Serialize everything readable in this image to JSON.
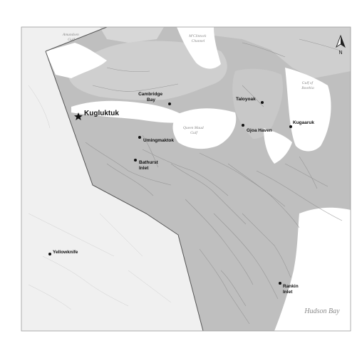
{
  "map": {
    "places": [
      {
        "id": "kugluktuk",
        "label": "Kugluktuk",
        "marker": "star",
        "capital": true
      },
      {
        "id": "cambridge-bay",
        "label": "Cambridge Bay",
        "marker": "dot"
      },
      {
        "id": "umingmaktok",
        "label": "Umingmaktok",
        "marker": "dot"
      },
      {
        "id": "bathurst-inlet",
        "label": "Bathurst Inlet",
        "marker": "dot"
      },
      {
        "id": "taloyoak",
        "label": "Taloyoak",
        "marker": "dot"
      },
      {
        "id": "gjoa-haven",
        "label": "Gjoa Haven",
        "marker": "dot"
      },
      {
        "id": "kugaaruk",
        "label": "Kugaaruk",
        "marker": "dot"
      },
      {
        "id": "yellowknife",
        "label": "Yellowknife",
        "marker": "dot"
      },
      {
        "id": "rankin-inlet",
        "label": "Rankin Inlet",
        "marker": "dot"
      }
    ],
    "water_labels": [
      {
        "id": "amundsen-gulf",
        "label": "Amundsen Gulf"
      },
      {
        "id": "mclintock-channel",
        "label": "M'Clintock Channel"
      },
      {
        "id": "gulf-of-boothia",
        "label": "Gulf of Boothia"
      },
      {
        "id": "queen-maud-gulf",
        "label": "Queen Maud Gulf"
      },
      {
        "id": "hudson-bay",
        "label": "Hudson Bay"
      }
    ],
    "north_label": "N",
    "colors": {
      "land": "#d2d2d2",
      "region": "#bdbdbd",
      "water": "#ffffff",
      "outside": "#f4f4f4",
      "border": "#555555",
      "text": "#111111",
      "water_text": "#8a8a8a"
    }
  }
}
